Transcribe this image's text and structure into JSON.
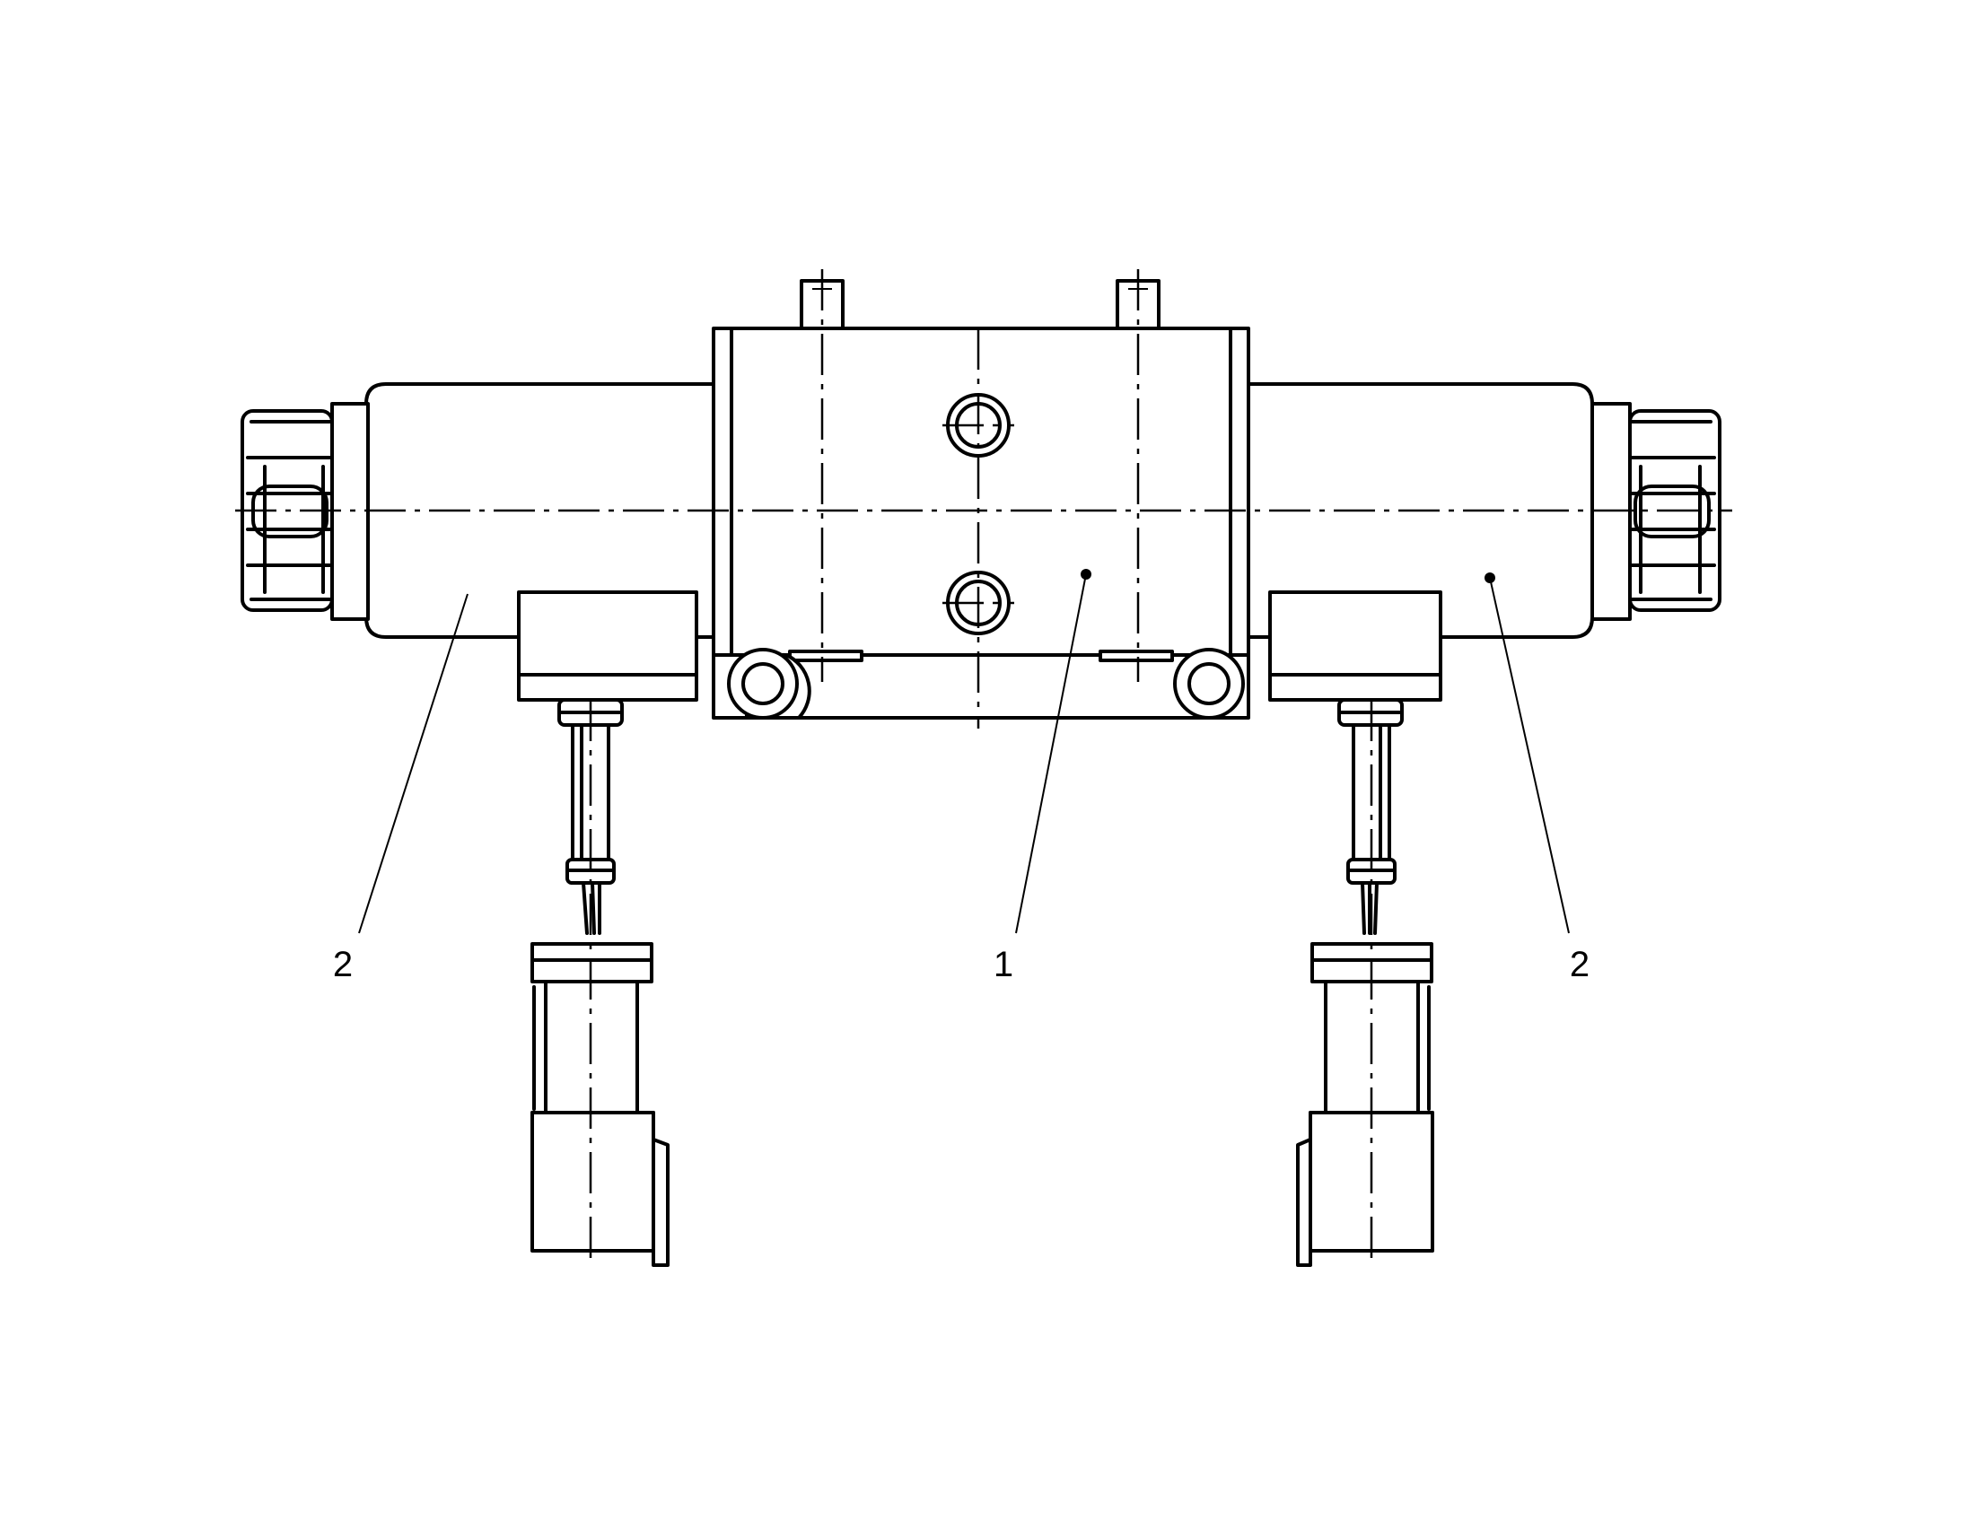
{
  "diagram": {
    "callouts": [
      {
        "id": "left-solenoid",
        "label": "2"
      },
      {
        "id": "valve-body",
        "label": "1"
      },
      {
        "id": "right-solenoid",
        "label": "2"
      }
    ]
  }
}
